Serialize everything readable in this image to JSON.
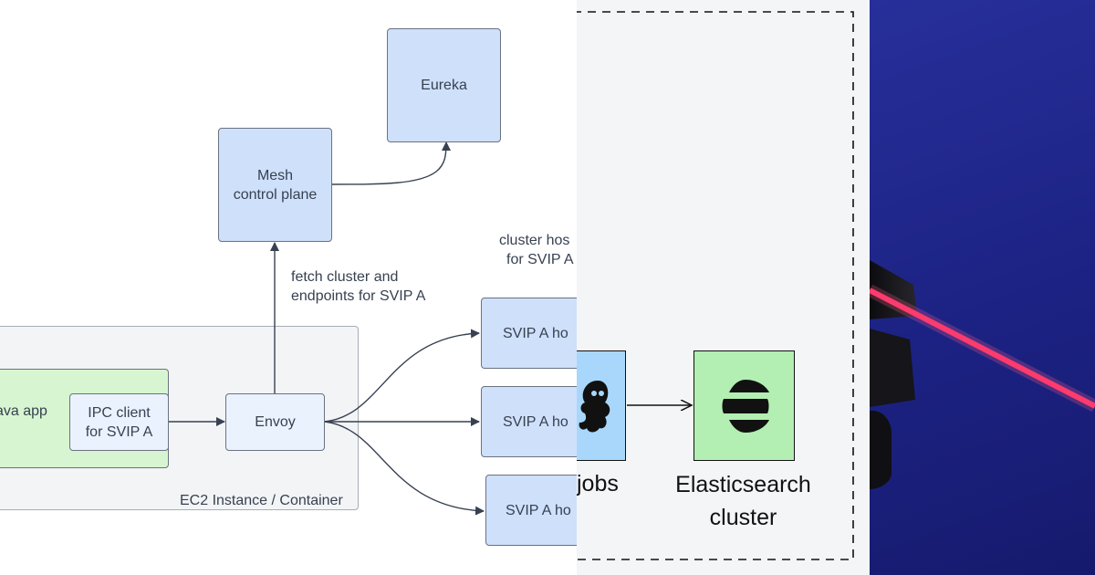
{
  "diagram": {
    "nodes": {
      "eureka": "Eureka",
      "mesh_control_plane": [
        "Mesh",
        "control plane"
      ],
      "java_app": "Java app",
      "ipc_client": [
        "IPC client",
        "for SVIP A"
      ],
      "envoy": "Envoy",
      "svip_hosts": [
        "SVIP A ho",
        "SVIP A ho",
        "SVIP A ho"
      ]
    },
    "container_label": "EC2 Instance / Container",
    "edge_labels": {
      "fetch": [
        "fetch cluster and",
        "endpoints for SVIP A"
      ],
      "cluster_hosts": [
        "cluster hos",
        "for SVIP A"
      ]
    },
    "colors": {
      "node_fill": "#cfe0fb",
      "envoy_fill": "#eaf2fe",
      "app_fill": "#d7f5d0",
      "container_fill": "#f3f4f6",
      "edge": "#374151"
    }
  },
  "middle_panel": {
    "jobs_label": "jobs",
    "elasticsearch_label": [
      "Elasticsearch",
      "cluster"
    ],
    "jobs_fill": "#a9d7fb",
    "elasticsearch_fill": "#b3efb2",
    "icons": [
      "octopus-icon",
      "elasticsearch-logo-icon"
    ]
  },
  "photo_panel": {
    "background": "#1e2486",
    "laser_color": "#ff3b6e"
  }
}
